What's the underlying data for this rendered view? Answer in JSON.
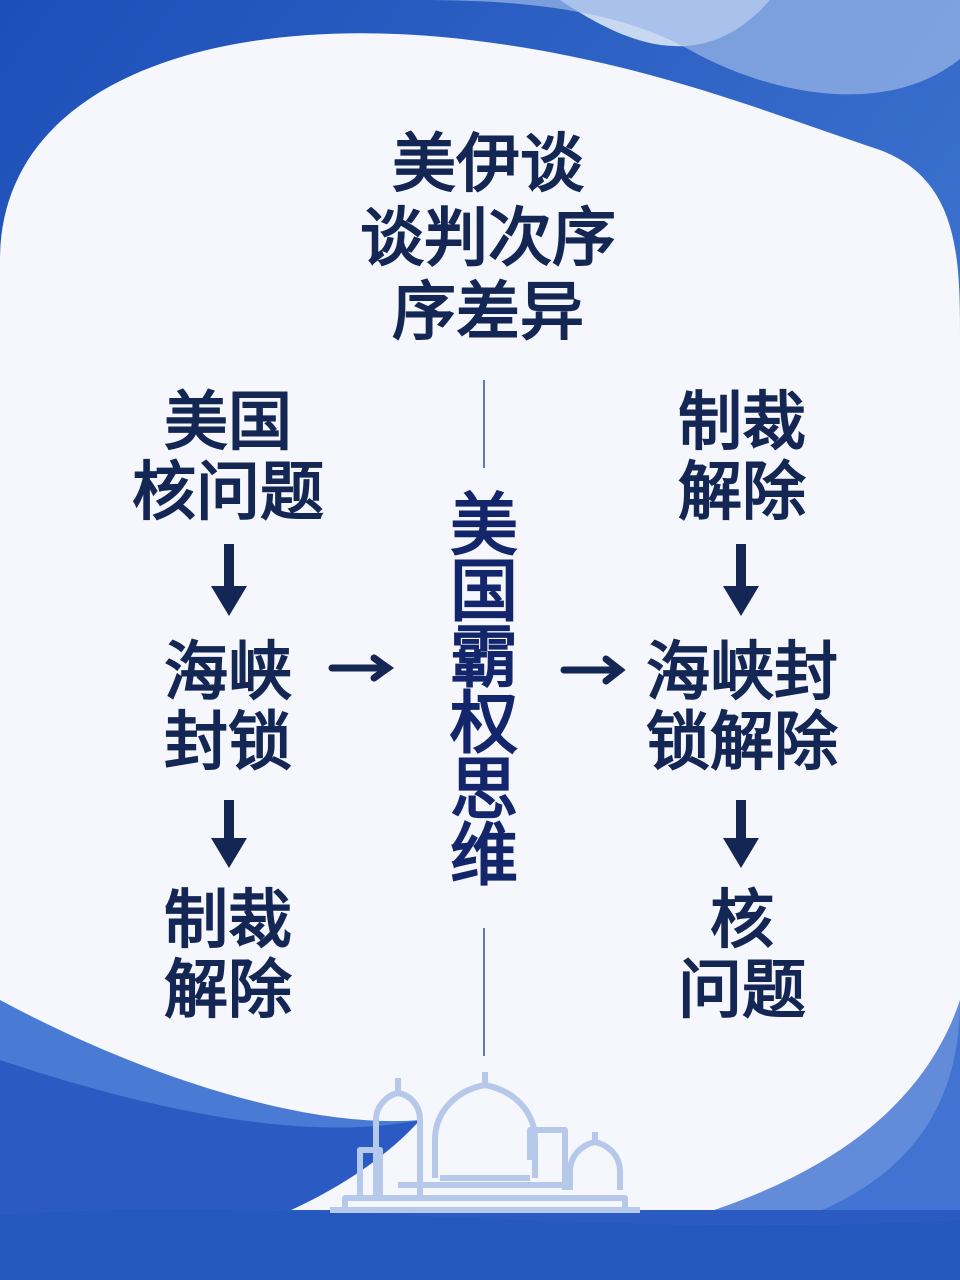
{
  "title": "美伊谈\n谈判次序\n序差异",
  "center": "美\n国\n霸\n权\n思\n维",
  "left_column": {
    "step1": "美国\n核问题",
    "step2": "海峡\n封锁",
    "step3": "制裁\n解除"
  },
  "right_column": {
    "step1": "制裁\n解除",
    "step2": "海峡封\n锁解除",
    "step3": "核\n问题"
  },
  "icons": {
    "arrows": "down-arrow-icon, right-arrow-icon",
    "footer": "mosque-outline-icon"
  },
  "colors": {
    "text": "#142653",
    "background_blue": "#2f64c8",
    "panel": "#f5f7fc"
  }
}
